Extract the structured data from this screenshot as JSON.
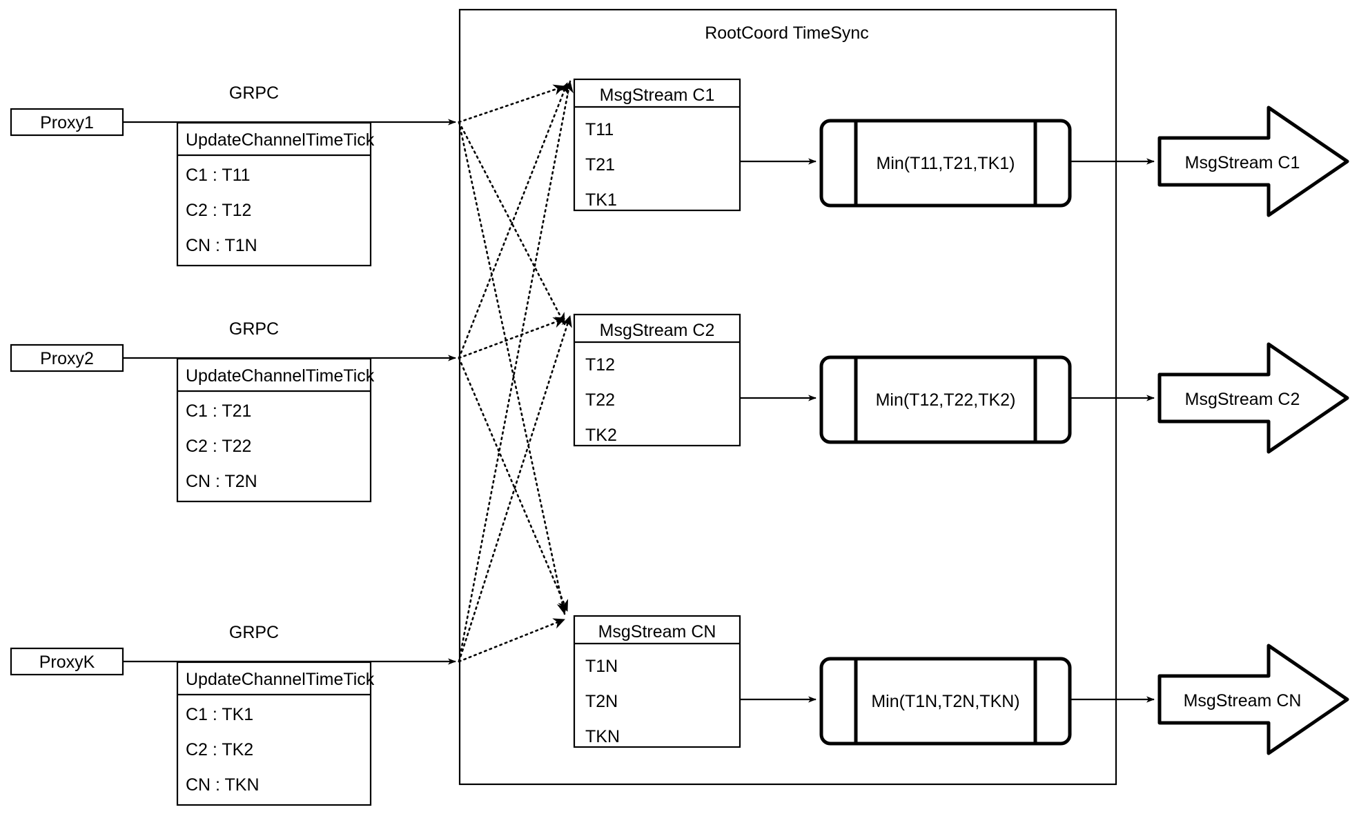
{
  "diagram": {
    "container_title": "RootCoord TimeSync",
    "proxies": [
      {
        "name": "Proxy1",
        "link_label": "GRPC",
        "message": {
          "header": "UpdateChannelTimeTick",
          "rows": [
            "C1 :  T11",
            "C2 :  T12",
            "CN : T1N"
          ]
        }
      },
      {
        "name": "Proxy2",
        "link_label": "GRPC",
        "message": {
          "header": "UpdateChannelTimeTick",
          "rows": [
            "C1 :  T21",
            "C2 :  T22",
            "CN : T2N"
          ]
        }
      },
      {
        "name": "ProxyK",
        "link_label": "GRPC",
        "message": {
          "header": "UpdateChannelTimeTick",
          "rows": [
            "C1 :  TK1",
            "C2 :  TK2",
            "CN : TKN"
          ]
        }
      }
    ],
    "channels": [
      {
        "stream": {
          "header": "MsgStream C1",
          "rows": [
            "T11",
            "T21",
            "TK1"
          ]
        },
        "reducer": "Min(T11,T21,TK1)",
        "output": "MsgStream C1"
      },
      {
        "stream": {
          "header": "MsgStream C2",
          "rows": [
            "T12",
            "T22",
            "TK2"
          ]
        },
        "reducer": "Min(T12,T22,TK2)",
        "output": "MsgStream C2"
      },
      {
        "stream": {
          "header": "MsgStream CN",
          "rows": [
            "T1N",
            "T2N",
            "TKN"
          ]
        },
        "reducer": "Min(T1N,T2N,TKN)",
        "output": "MsgStream CN"
      }
    ],
    "colors": {
      "stroke": "#000000",
      "fill": "#ffffff",
      "background": "#ffffff"
    }
  }
}
